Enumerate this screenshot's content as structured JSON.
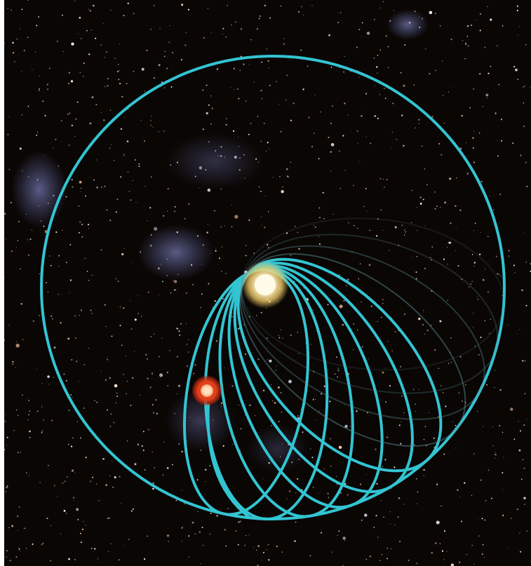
{
  "colors": {
    "space": "#0a0604",
    "orbit": "#33c4d2",
    "orbit_faint": "#5a8f99",
    "sun_core": "#fffbe8",
    "sun_glow": "#f5cf6a",
    "planet_core": "#ffe2c4",
    "planet_ring": "#e2401c",
    "nebula": "#7d86d8"
  },
  "scene": {
    "outer_orbit": "circular-orbit",
    "transfer_orbits_count": 10,
    "bodies": [
      "sun",
      "planet"
    ]
  }
}
